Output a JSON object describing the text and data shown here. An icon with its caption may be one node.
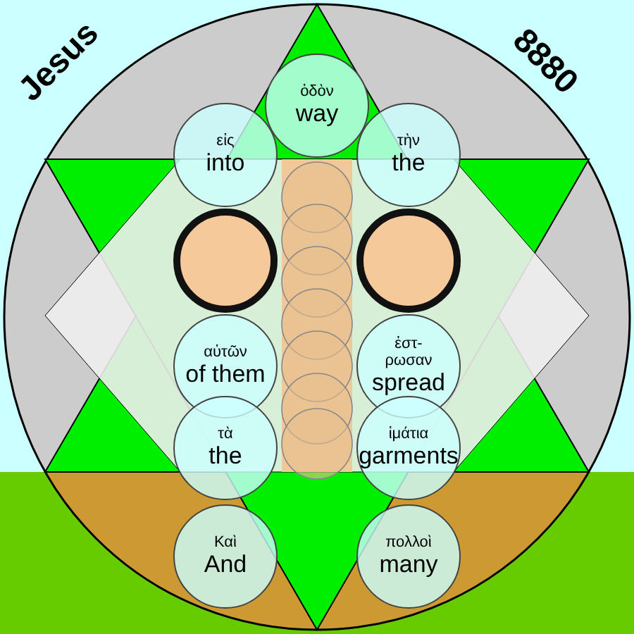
{
  "diagram": {
    "nodes": [
      {
        "text": [
          "ὁδὸν",
          "way"
        ]
      },
      {
        "text": [
          "εἰς",
          "into"
        ]
      },
      {
        "text": [
          "τὴν",
          "the"
        ]
      },
      {
        "text": [],
        "shape": "circle"
      },
      {
        "text": [],
        "shape": "circle"
      },
      {
        "text": [
          "αὐτῶν",
          "of them"
        ]
      },
      {
        "text": [
          "ἐστ- ρωσαν",
          "spread"
        ]
      },
      {
        "text": [
          "τὰ",
          "the"
        ]
      },
      {
        "text": [
          "ἱμάτια",
          "garments"
        ]
      },
      {
        "text": [
          "Καὶ",
          "And"
        ]
      },
      {
        "text": [
          "πολλοὶ",
          "many"
        ]
      }
    ],
    "edges": [],
    "labels": [
      "Jesus",
      "8880"
    ]
  }
}
